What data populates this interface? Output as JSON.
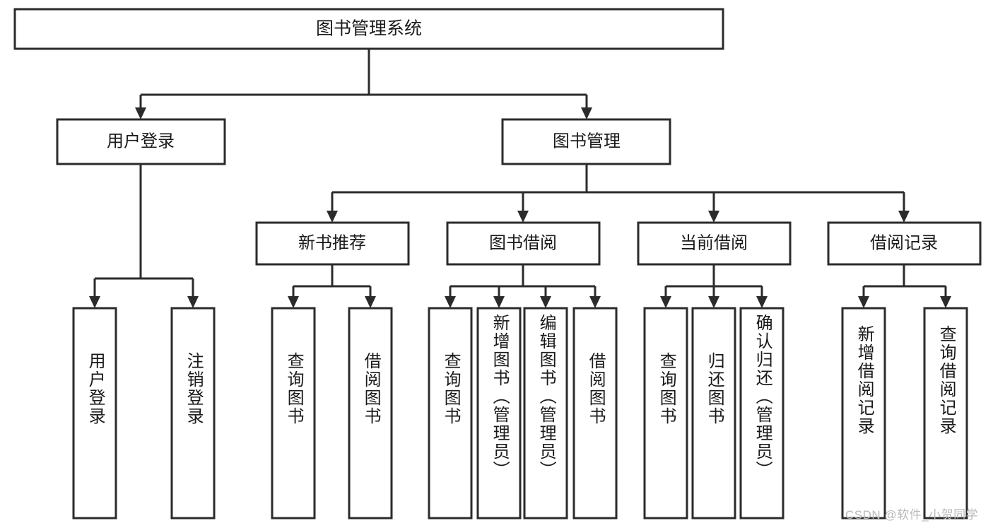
{
  "diagram": {
    "type": "tree",
    "title": "图书管理系统",
    "watermark": "CSDN @软件_小贺同学",
    "colors": {
      "stroke": "#2b2b2b",
      "fill": "#ffffff",
      "text": "#1a1a1a",
      "watermark": "#b9b9b9"
    },
    "root": {
      "label": "图书管理系统"
    },
    "level1": [
      {
        "label": "用户登录"
      },
      {
        "label": "图书管理"
      }
    ],
    "level2": [
      {
        "label": "新书推荐"
      },
      {
        "label": "图书借阅"
      },
      {
        "label": "当前借阅"
      },
      {
        "label": "借阅记录"
      }
    ],
    "leaves": {
      "user_login": [
        {
          "label": "用户登录"
        },
        {
          "label": "注销登录"
        }
      ],
      "new_book": [
        {
          "label": "查询图书"
        },
        {
          "label": "借阅图书"
        }
      ],
      "book_borrow": [
        {
          "label": "查询图书"
        },
        {
          "label": "新增图书（管理员）"
        },
        {
          "label": "编辑图书（管理员）"
        },
        {
          "label": "借阅图书"
        }
      ],
      "current_borrow": [
        {
          "label": "查询图书"
        },
        {
          "label": "归还图书"
        },
        {
          "label": "确认归还（管理员）"
        }
      ],
      "borrow_record": [
        {
          "label": "新增借阅记录"
        },
        {
          "label": "查询借阅记录"
        }
      ]
    }
  }
}
